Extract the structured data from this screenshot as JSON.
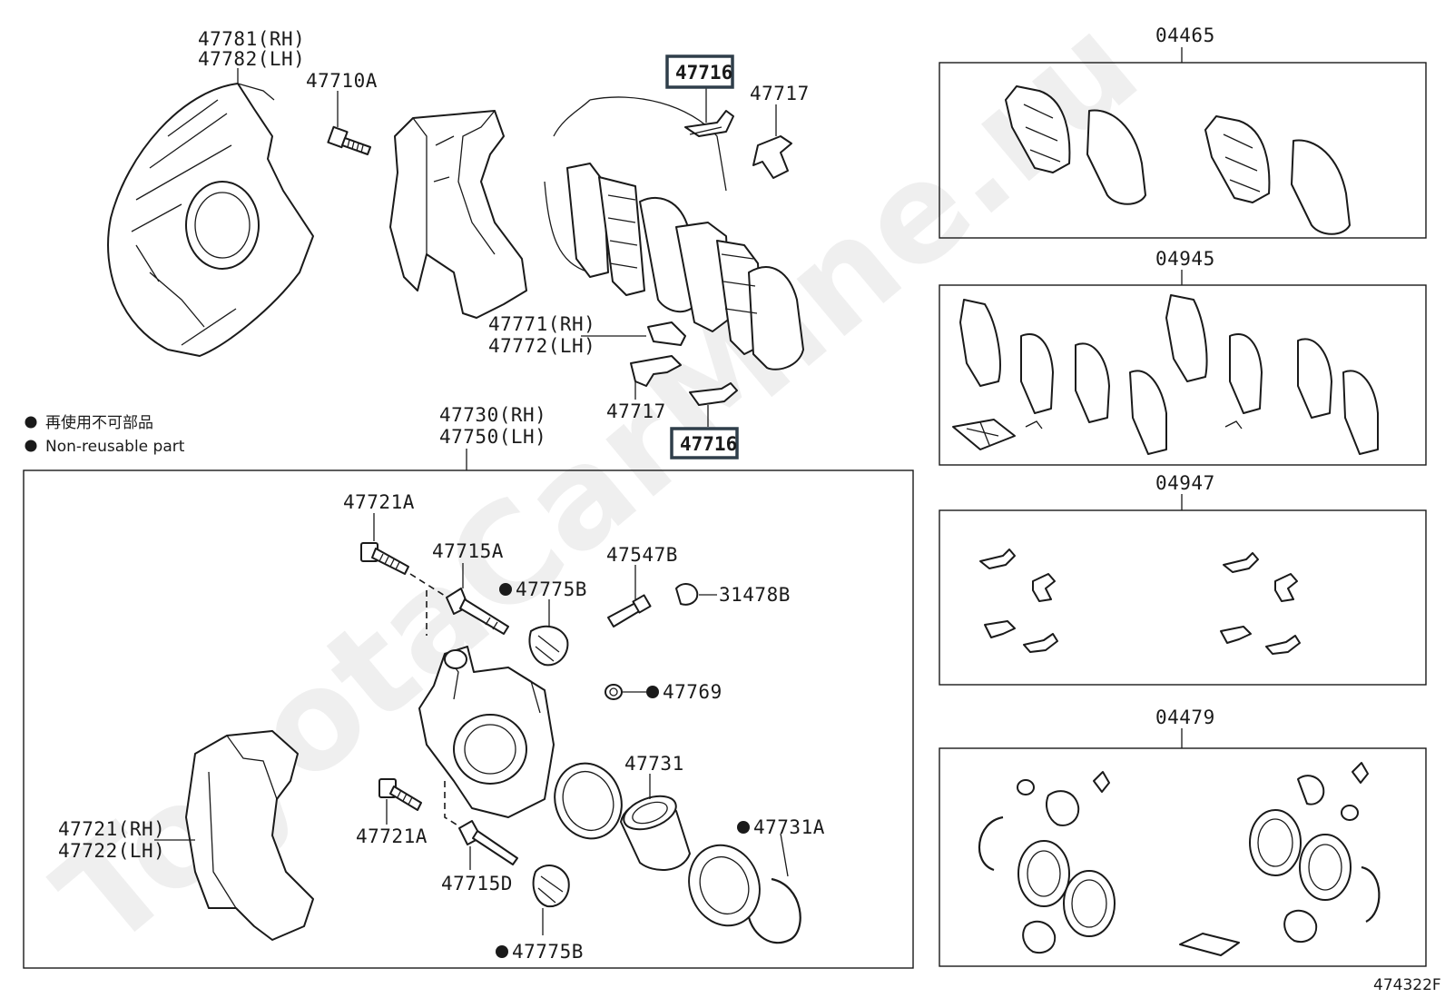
{
  "watermark": "ToyotaCarMine.ru",
  "drawing_code": "474322F",
  "legend": [
    {
      "symbol": "dot",
      "text": "再使用不可部品"
    },
    {
      "symbol": "dot",
      "text": "Non-reusable part"
    }
  ],
  "upper_labels": {
    "shield": [
      "47781(RH)",
      "47782(LH)"
    ],
    "bolt_top": "47710A",
    "clip_top": "47716",
    "spring_top": "47717",
    "shim": [
      "47771(RH)",
      "47772(LH)"
    ],
    "spring_bottom": "47717",
    "clip_bottom": "47716",
    "caliper_assy": [
      "47730(RH)",
      "47750(LH)"
    ]
  },
  "caliper_box_labels": {
    "bolt_upper": "47721A",
    "pin_upper": "47715A",
    "boot_upper": "47775B",
    "bleeder": "47547B",
    "cap": "31478B",
    "bush": "47769",
    "piston": "47731",
    "piston_seal": "47731A",
    "bolt_lower": "47721A",
    "pin_lower": "47715D",
    "boot_lower": "47775B",
    "mounting": [
      "47721(RH)",
      "47722(LH)"
    ]
  },
  "kits": [
    {
      "code": "04465"
    },
    {
      "code": "04945"
    },
    {
      "code": "04947"
    },
    {
      "code": "04479"
    }
  ]
}
